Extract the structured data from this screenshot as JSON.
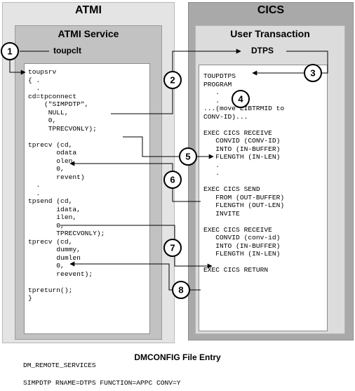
{
  "left": {
    "outer_title": "ATMI",
    "inner_title": "ATMI Service",
    "client_name": "toupclt",
    "code": [
      "toupsrv",
      "{ .",
      "  .",
      "cd=tpconnect",
      "    (\"SIMPDTP\",",
      "     NULL,",
      "     0,",
      "     TPRECVONLY);",
      "",
      "tprecv (cd,",
      "       odata",
      "       olen",
      "       0,",
      "       revent)",
      "  .",
      "  .",
      "tpsend (cd,",
      "       idata,",
      "       ilen,",
      "       0,",
      "       TPRECVONLY);",
      "tprecv (cd,",
      "       dummy,",
      "       dumlen",
      "       0,",
      "       reevent);",
      "",
      "tpreturn();",
      "}"
    ]
  },
  "right": {
    "outer_title": "CICS",
    "inner_title": "User Transaction",
    "dtps_label": "DTPS",
    "code": [
      "TOUPDTPS",
      "PROGRAM",
      "   .",
      "   .",
      "...(move EIBTRMID to",
      "CONV-ID)...",
      "",
      "EXEC CICS RECEIVE",
      "   CONVID (CONV-ID)",
      "   INTO (IN-BUFFER)",
      "   FLENGTH (IN-LEN)",
      "   .",
      "   .",
      "",
      "EXEC CICS SEND",
      "   FROM (OUT-BUFFER)",
      "   FLENGTH (OUT-LEN)",
      "   INVITE",
      "",
      "EXEC CICS RECEIVE",
      "   CONVID (conv-id)",
      "   INTO (IN-BUFFER)",
      "   FLENGTH (IN-LEN)",
      "",
      "EXEC CICS RETURN"
    ]
  },
  "steps": [
    "1",
    "2",
    "3",
    "4",
    "5",
    "6",
    "7",
    "8"
  ],
  "footer": {
    "title": "DMCONFIG File Entry",
    "line1": "DM_REMOTE_SERVICES",
    "line2": "SIMPDTP RNAME=DTPS FUNCTION=APPC CONV=Y"
  }
}
